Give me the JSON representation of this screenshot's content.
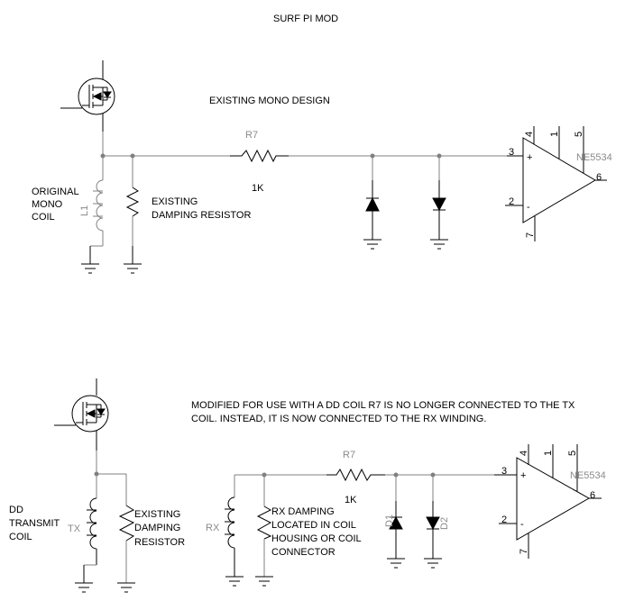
{
  "title": "SURF PI MOD",
  "top_circuit": {
    "caption": "EXISTING MONO DESIGN",
    "coil_label": [
      "ORIGINAL",
      "MONO",
      "COIL"
    ],
    "coil_ref": "L1",
    "damping_label": [
      "EXISTING",
      "DAMPING RESISTOR"
    ],
    "resistor_ref": "R7",
    "resistor_value": "1K",
    "opamp_ref": "NE5534",
    "opamp_pins": {
      "p4": "4",
      "p1": "1",
      "p5": "5",
      "p3": "3",
      "p2": "2",
      "p6": "6",
      "p7": "7",
      "plus": "+",
      "minus": "-"
    }
  },
  "bottom_circuit": {
    "caption": [
      "MODIFIED FOR USE WITH A DD COIL  R7 IS NO LONGER CONNECTED TO THE TX",
      "COIL.  INSTEAD, IT IS NOW CONNECTED TO THE RX WINDING."
    ],
    "tx_label": [
      "DD",
      "TRANSMIT",
      "COIL"
    ],
    "tx_ref": "TX",
    "damping_label": [
      "EXISTING",
      "DAMPING",
      "RESISTOR"
    ],
    "rx_ref": "RX",
    "rx_damping_label": [
      "RX DAMPING",
      "LOCATED IN COIL",
      "HOUSING OR COIL",
      "CONNECTOR"
    ],
    "resistor_ref": "R7",
    "resistor_value": "1K",
    "diode1_ref": "D1",
    "diode2_ref": "D2",
    "opamp_ref": "NE5534",
    "opamp_pins": {
      "p4": "4",
      "p1": "1",
      "p5": "5",
      "p3": "3",
      "p2": "2",
      "p6": "6",
      "p7": "7",
      "plus": "+",
      "minus": "-"
    }
  }
}
